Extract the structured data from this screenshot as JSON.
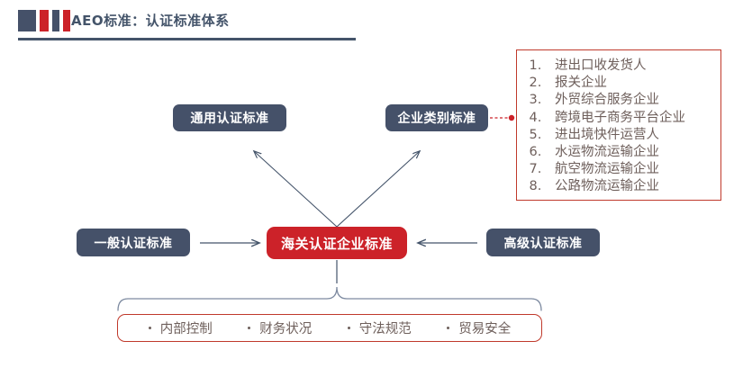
{
  "header": {
    "title": "AEO标准：认证标准体系",
    "accent_dark": "#455169",
    "accent_red": "#CC2229",
    "title_color": "#44546A",
    "bars": [
      {
        "name": "bar-dark-1",
        "color": "#455169"
      },
      {
        "name": "bar-red-1",
        "color": "#CC2229"
      },
      {
        "name": "bar-dark-2",
        "color": "#455169"
      },
      {
        "name": "bar-red-2",
        "color": "#CC2229"
      }
    ]
  },
  "diagram": {
    "nodes": {
      "general_standard": "通用认证标准",
      "category_standard": "企业类别标准",
      "basic_standard": "一般认证标准",
      "advanced_standard": "高级认证标准",
      "core_standard": "海关认证企业标准"
    },
    "enterprise_types": [
      "进出口收发货人",
      "报关企业",
      "外贸综合服务企业",
      "跨境电子商务平台企业",
      "进出境快件运营人",
      "水运物流运输企业",
      "航空物流运输企业",
      "公路物流运输企业"
    ],
    "criteria": [
      "内部控制",
      "财务状况",
      "守法规范",
      "贸易安全"
    ],
    "colors": {
      "box_blue": "#455169",
      "box_red": "#CC2229",
      "outline_red": "#C0392B",
      "text_brown": "#6E5F5B",
      "arrow_blue": "#44546A"
    }
  }
}
